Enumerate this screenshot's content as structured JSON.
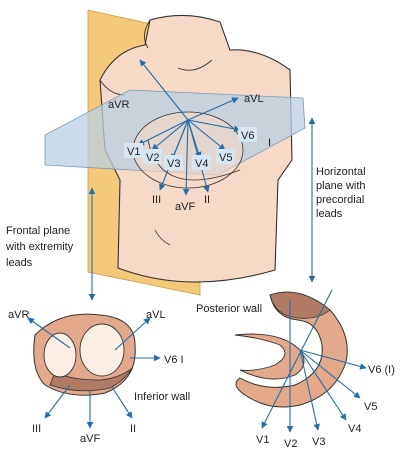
{
  "captions": {
    "horizontal": [
      "Horizontal",
      "plane with",
      "precordial",
      "leads"
    ],
    "frontal": [
      "Frontal plane",
      "with extremity",
      "leads"
    ],
    "posterior_wall": "Posterior wall",
    "inferior_wall": "Inferior wall"
  },
  "torso_leads": {
    "aVR": "aVR",
    "aVL": "aVL",
    "aVF": "aVF",
    "I": "I",
    "II": "II",
    "III": "III",
    "V1": "V1",
    "V2": "V2",
    "V3": "V3",
    "V4": "V4",
    "V5": "V5",
    "V6": "V6"
  },
  "frontal_leads": {
    "aVR": "aVR",
    "aVL": "aVL",
    "V6_I": "V6 I",
    "III": "III",
    "aVF": "aVF",
    "II": "II"
  },
  "horizontal_leads": {
    "V6_I": "V6 (I)",
    "V5": "V5",
    "V4": "V4",
    "V3": "V3",
    "V2": "V2",
    "V1": "V1"
  },
  "colors": {
    "skin": "#f6d9c7",
    "heart_muscle": "#e4a98b",
    "heart_dark": "#b07a64",
    "frontal_plane": "#f5c97a",
    "horizontal_plane": "#b9cfe2",
    "arrow": "#1f6fae",
    "outline": "#333333"
  }
}
